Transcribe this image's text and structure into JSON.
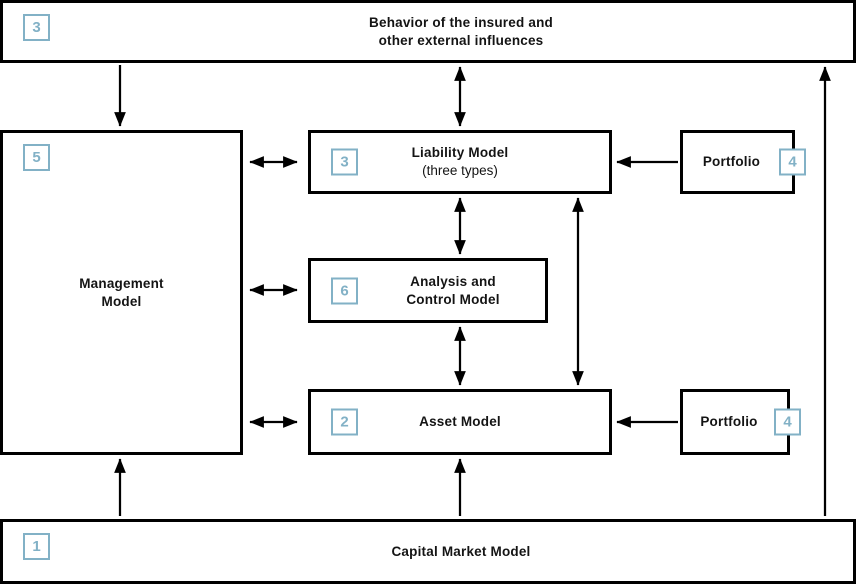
{
  "colors": {
    "accent": "#82b1c6",
    "line": "#000000",
    "background": "#ffffff"
  },
  "nodes": {
    "external": {
      "badge": "3",
      "line1": "Behavior of the insured and",
      "line2": "other external influences"
    },
    "management": {
      "badge": "5",
      "line1": "Management",
      "line2": "Model"
    },
    "liability": {
      "badge": "3",
      "title": "Liability Model",
      "subtitle": "(three types)"
    },
    "portfolio_top": {
      "badge": "4",
      "label": "Portfolio"
    },
    "analysis": {
      "badge": "6",
      "line1": "Analysis and",
      "line2": "Control Model"
    },
    "asset": {
      "badge": "2",
      "label": "Asset Model"
    },
    "portfolio_bottom": {
      "badge": "4",
      "label": "Portfolio"
    },
    "capital": {
      "badge": "1",
      "label": "Capital Market Model"
    }
  },
  "edges": [
    {
      "from": "external-influences",
      "to": "management-model",
      "direction": "one-way"
    },
    {
      "from": "external-influences",
      "to": "liability-model",
      "direction": "two-way"
    },
    {
      "from": "management-model",
      "to": "liability-model",
      "direction": "two-way"
    },
    {
      "from": "management-model",
      "to": "analysis-control-model",
      "direction": "two-way"
    },
    {
      "from": "management-model",
      "to": "asset-model",
      "direction": "two-way"
    },
    {
      "from": "portfolio-top",
      "to": "liability-model",
      "direction": "one-way"
    },
    {
      "from": "liability-model",
      "to": "analysis-control-model",
      "direction": "two-way"
    },
    {
      "from": "liability-model",
      "to": "asset-model",
      "direction": "two-way"
    },
    {
      "from": "analysis-control-model",
      "to": "asset-model",
      "direction": "two-way"
    },
    {
      "from": "portfolio-bottom",
      "to": "asset-model",
      "direction": "one-way"
    },
    {
      "from": "capital-market-model",
      "to": "management-model",
      "direction": "one-way"
    },
    {
      "from": "capital-market-model",
      "to": "asset-model",
      "direction": "one-way"
    },
    {
      "from": "capital-market-model",
      "to": "external-influences",
      "direction": "one-way"
    }
  ]
}
